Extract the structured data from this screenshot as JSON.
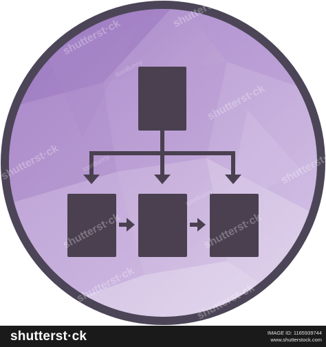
{
  "icon": {
    "name": "hierarchy-flowchart-icon",
    "colors": {
      "ring": "#4c4557",
      "background_light": "#d8c8e6",
      "background_dark": "#a684c6",
      "glyph": "#4a4050"
    }
  },
  "watermark": {
    "brand": "shutterstock",
    "author": "IconBunny"
  },
  "footer": {
    "logo_text": "shutterst·ck",
    "image_id_label": "IMAGE ID: 1165939744",
    "site": "www.shutterstock.com"
  }
}
